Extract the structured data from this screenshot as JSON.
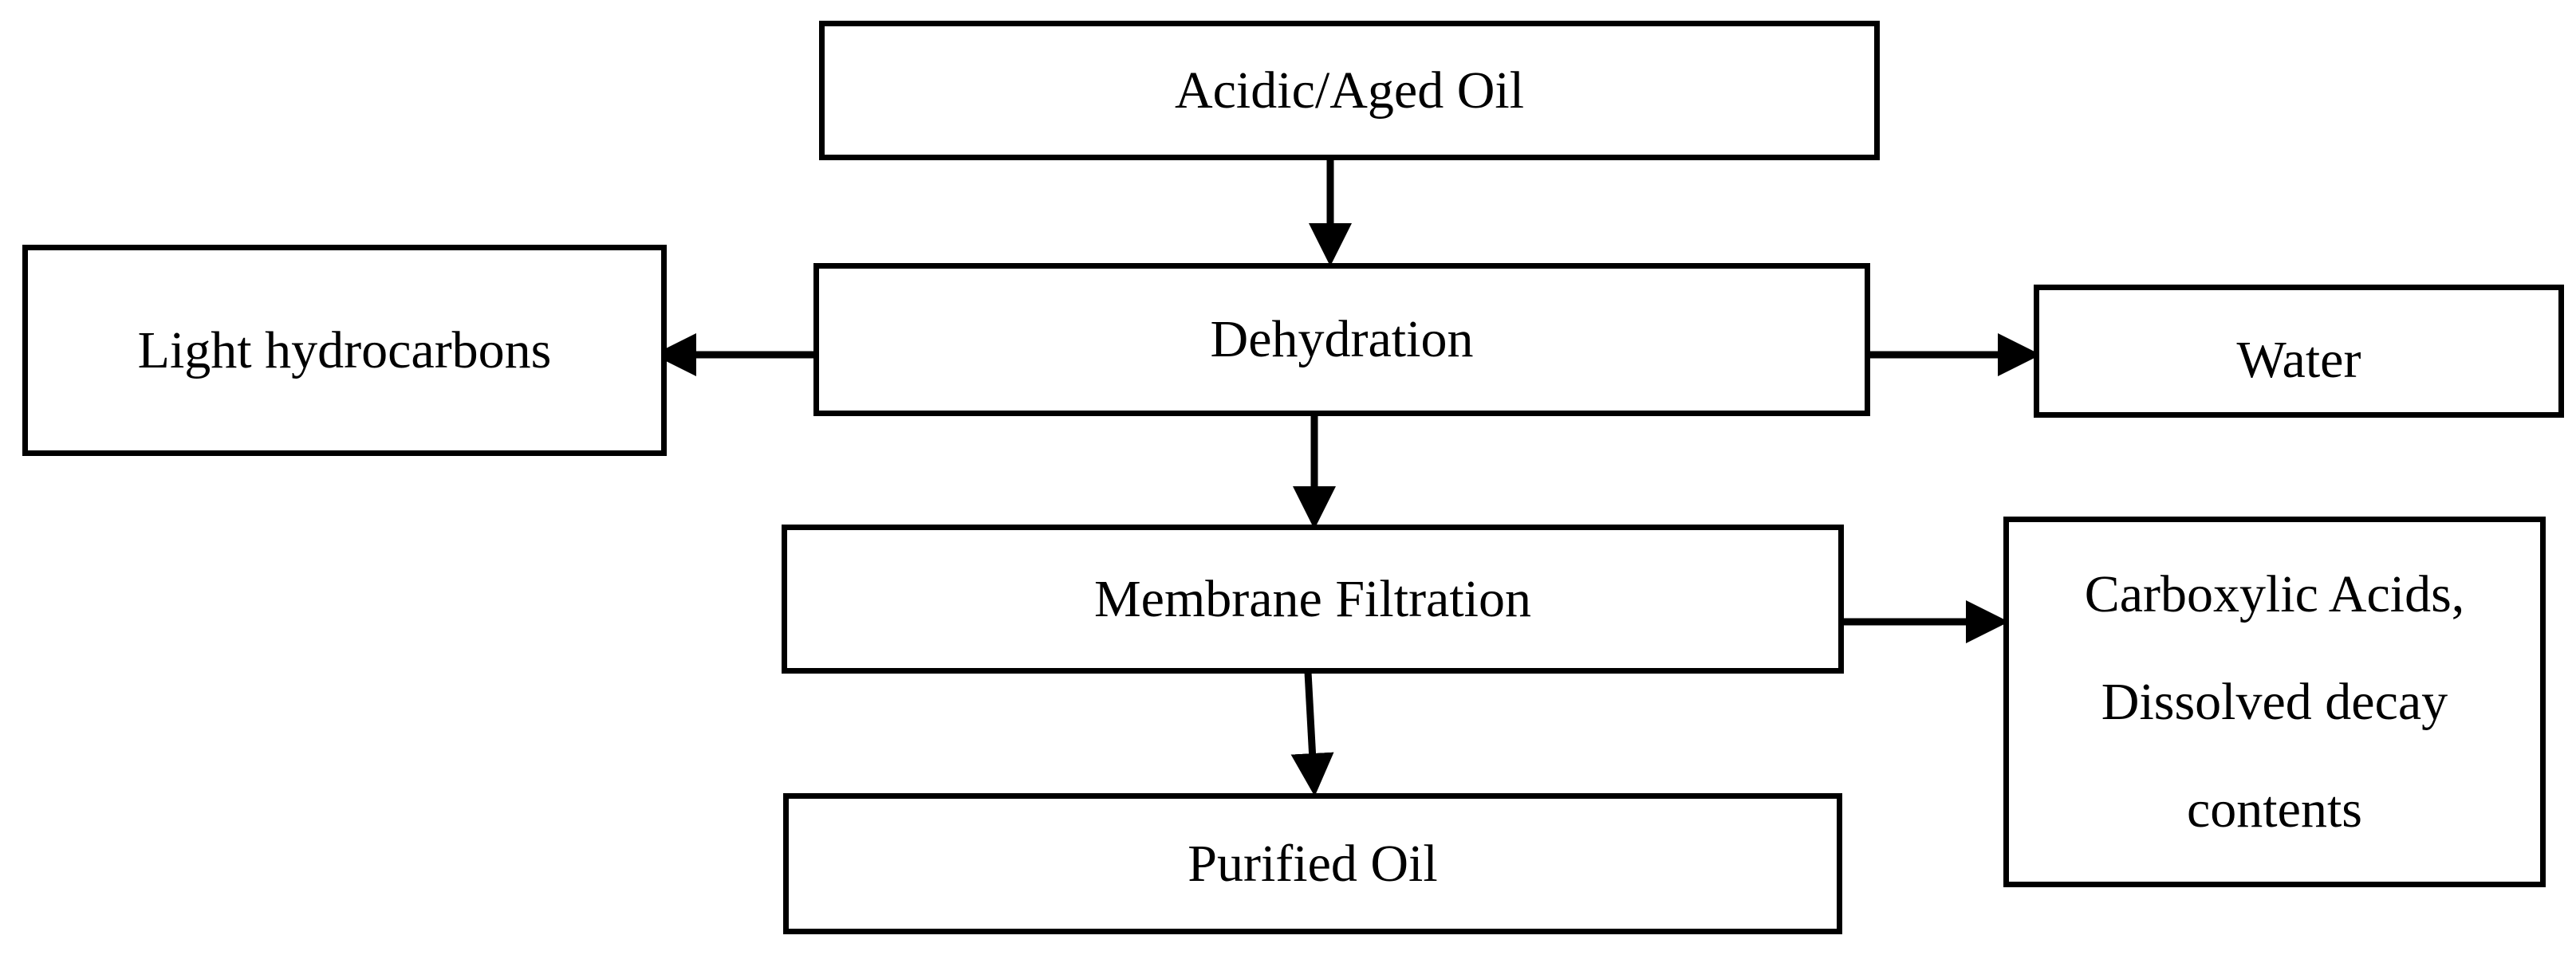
{
  "diagram": {
    "nodes": {
      "acidic_aged_oil": "Acidic/Aged Oil",
      "dehydration": "Dehydration",
      "light_hydrocarbons": "Light hydrocarbons",
      "water": "Water",
      "membrane_filtration": "Membrane Filtration",
      "carboxylic_acids": [
        "Carboxylic Acids,",
        "Dissolved decay",
        "contents"
      ],
      "purified_oil": "Purified Oil"
    },
    "edges": [
      {
        "from": "Acidic/Aged Oil",
        "to": "Dehydration"
      },
      {
        "from": "Dehydration",
        "to": "Light hydrocarbons"
      },
      {
        "from": "Dehydration",
        "to": "Water"
      },
      {
        "from": "Dehydration",
        "to": "Membrane Filtration"
      },
      {
        "from": "Membrane Filtration",
        "to": "Carboxylic Acids, Dissolved decay contents"
      },
      {
        "from": "Membrane Filtration",
        "to": "Purified Oil"
      }
    ],
    "colors": {
      "line": "#000000",
      "background": "#ffffff"
    }
  }
}
